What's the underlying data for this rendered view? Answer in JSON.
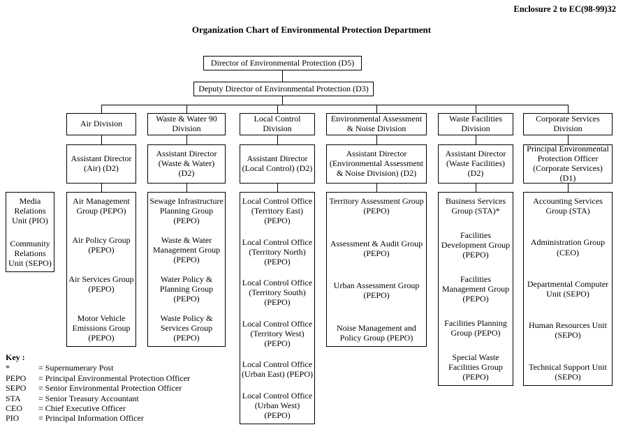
{
  "header": {
    "enclosure": "Enclosure 2 to EC(98-99)32",
    "title": "Organization Chart of Environmental Protection Department"
  },
  "top": {
    "director": "Director of Environmental Protection (D5)",
    "deputy": "Deputy Director of Environmental Protection (D3)"
  },
  "side_unit": {
    "items": [
      "Media Relations Unit (PIO)",
      "Community Relations Unit (SEPO)"
    ]
  },
  "divisions": [
    {
      "name": "Air Division",
      "head": "Assistant Director (Air) (D2)",
      "groups": [
        "Air Management Group (PEPO)",
        "Air Policy Group (PEPO)",
        "Air Services Group (PEPO)",
        "Motor Vehicle Emissions Group (PEPO)"
      ]
    },
    {
      "name": "Waste & Water 90 Division",
      "head": "Assistant Director (Waste & Water) (D2)",
      "groups": [
        "Sewage Infrastructure Planning Group (PEPO)",
        "Waste & Water Management Group (PEPO)",
        "Water Policy & Planning Group (PEPO)",
        "Waste Policy & Services Group (PEPO)"
      ]
    },
    {
      "name": "Local Control Division",
      "head": "Assistant Director (Local Control) (D2)",
      "groups": [
        "Local Control Office (Territory East) (PEPO)",
        "Local Control Office (Territory North) (PEPO)",
        "Local Control Office (Territory South) (PEPO)",
        "Local Control Office (Territory West) (PEPO)",
        "Local Control Office (Urban East) (PEPO)",
        "Local Control Office (Urban West) (PEPO)"
      ]
    },
    {
      "name": "Environmental Assessment & Noise Division",
      "head": "Assistant Director (Environmental Assessment & Noise Division) (D2)",
      "groups": [
        "Territory Assessment Group (PEPO)",
        "Assessment & Audit Group (PEPO)",
        "Urban Assessment Group (PEPO)",
        "Noise Management and Policy Group (PEPO)"
      ]
    },
    {
      "name": "Waste Facilities Division",
      "head": "Assistant Director (Waste Facilities) (D2)",
      "groups": [
        "Business Services Group (STA)*",
        "Facilities Development Group (PEPO)",
        "Facilities Management Group (PEPO)",
        "Facilities Planning Group (PEPO)",
        "Special Waste Facilities Group (PEPO)"
      ]
    },
    {
      "name": "Corporate Services Division",
      "head": "Principal Environmental Protection Officer (Corporate Services) (D1)",
      "groups": [
        "Accounting Services Group (STA)",
        "Administration Group (CEO)",
        "Departmental Computer Unit (SEPO)",
        "Human Resources Unit (SEPO)",
        "Technical Support Unit (SEPO)"
      ]
    }
  ],
  "key": {
    "label": "Key :",
    "entries": [
      {
        "abbr": "*",
        "def": "= Supernumerary Post"
      },
      {
        "abbr": "PEPO",
        "def": "= Principal Environmental Protection Officer"
      },
      {
        "abbr": "SEPO",
        "def": "= Senior Environmental Protection Officer"
      },
      {
        "abbr": "STA",
        "def": "= Senior Treasury Accountant"
      },
      {
        "abbr": "CEO",
        "def": "= Chief Executive Officer"
      },
      {
        "abbr": "PIO",
        "def": "= Principal Information Officer"
      }
    ]
  }
}
